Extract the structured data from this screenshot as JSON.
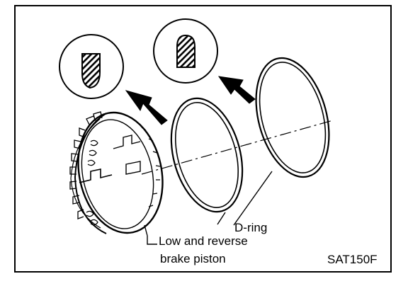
{
  "labels": {
    "d_ring": "D-ring",
    "piston_line1": "Low and reverse",
    "piston_line2": "brake piston"
  },
  "figure_code": "SAT150F",
  "colors": {
    "ink": "#000000",
    "paper": "#ffffff"
  }
}
